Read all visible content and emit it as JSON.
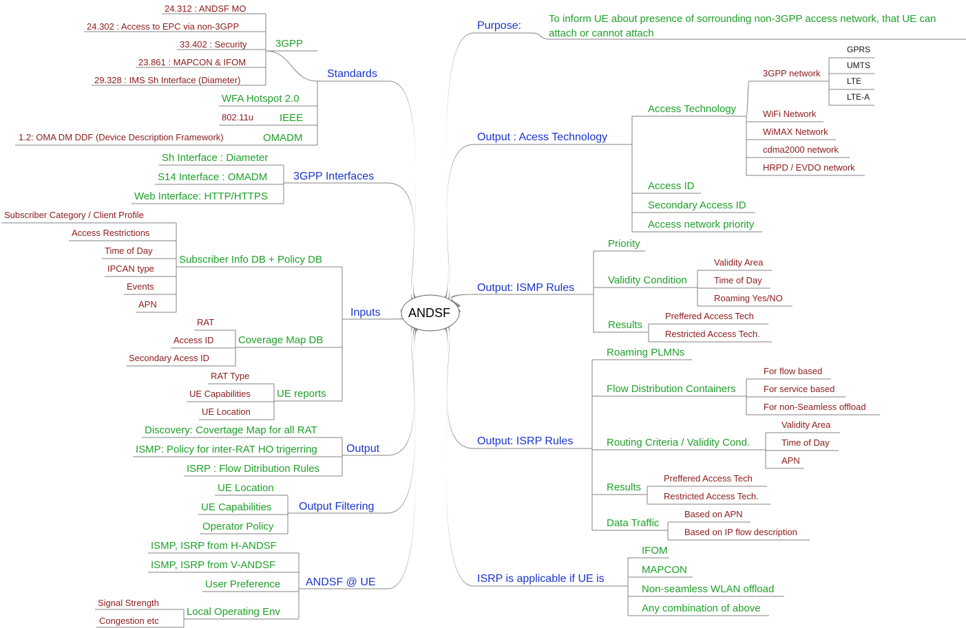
{
  "root": "ANDSF",
  "colors": {
    "level1": "#1a33cc",
    "level2": "#1fa02a",
    "level3": "#8b1a1a",
    "level4": "#111111",
    "line": "#808080"
  },
  "left": {
    "standards": {
      "label": "Standards",
      "g3pp": {
        "label": "3GPP",
        "items": [
          "24.312 : ANDSF MO",
          "24.302 : Access to EPC via non-3GPP",
          "33.402 : Security",
          "23.861 : MAPCON & IFOM",
          "29.328 : IMS Sh Interface (Diameter)"
        ]
      },
      "wfa": "WFA Hotspot 2.0",
      "ieee": {
        "label": "IEEE",
        "items": [
          "802.11u"
        ]
      },
      "omadm": {
        "label": "OMADM",
        "items": [
          "1.2: OMA DM DDF (Device Description Framework)"
        ]
      }
    },
    "interfaces": {
      "label": "3GPP Interfaces",
      "items": [
        "Sh Interface : Diameter",
        "S14 Interface : OMADM",
        "Web Interface: HTTP/HTTPS"
      ]
    },
    "inputs": {
      "label": "Inputs",
      "subscriber": {
        "label": "Subscriber Info DB + Policy DB",
        "items": [
          "Subscriber Category / Client Profile",
          "Access Restrictions",
          "Time of Day",
          "IPCAN type",
          "Events",
          "APN"
        ]
      },
      "coverage": {
        "label": "Coverage Map DB",
        "items": [
          "RAT",
          "Access ID",
          "Secondary Acess ID"
        ]
      },
      "ue_reports": {
        "label": "UE reports",
        "items": [
          "RAT Type",
          "UE Capabilities",
          "UE Location"
        ]
      }
    },
    "output": {
      "label": "Output",
      "items": [
        "Discovery: Covertage Map for all RAT",
        "ISMP: Policy for inter-RAT HO trigerring",
        "ISRP : Flow Ditribution Rules"
      ]
    },
    "filtering": {
      "label": "Output Filtering",
      "items": [
        "UE Location",
        "UE Capabilities",
        "Operator Policy"
      ]
    },
    "at_ue": {
      "label": "ANDSF @ UE",
      "items": [
        "ISMP, ISRP from H-ANDSF",
        "ISMP, ISRP from V-ANDSF",
        "User Preference"
      ],
      "local": {
        "label": "Local Operating Env",
        "items": [
          "Signal Strength",
          "Congestion etc"
        ]
      }
    }
  },
  "right": {
    "purpose": {
      "label": "Purpose:",
      "text": "To inform UE about presence of sorrounding non-3GPP access network, that UE can attach or cannot attach"
    },
    "access_tech": {
      "label": "Output : Acess Technology",
      "tech": {
        "label": "Access Technology",
        "g3pp": {
          "label": "3GPP network",
          "items": [
            "GPRS",
            "UMTS",
            "LTE",
            "LTE-A"
          ]
        },
        "others": [
          "WiFi Network",
          "WiMAX Network",
          "cdma2000 network",
          "HRPD / EVDO network"
        ]
      },
      "items": [
        "Access ID",
        "Secondary Access ID",
        "Access network priority"
      ]
    },
    "ismp": {
      "label": "Output: ISMP Rules",
      "priority": "Priority",
      "validity": {
        "label": "Validity Condition",
        "items": [
          "Validity Area",
          "Time of Day",
          "Roaming Yes/NO"
        ]
      },
      "results": {
        "label": "Results",
        "items": [
          "Preffered Access Tech",
          "Restricted Access Tech."
        ]
      }
    },
    "isrp": {
      "label": "Output: ISRP Rules",
      "roaming": "Roaming PLMNs",
      "flow": {
        "label": "Flow Distribution Containers",
        "items": [
          "For flow based",
          "For service based",
          "For non-Seamless offload"
        ]
      },
      "routing": {
        "label": "Routing Criteria / Validity Cond.",
        "items": [
          "Validity Area",
          "Time of Day",
          "APN"
        ]
      },
      "results": {
        "label": "Results",
        "items": [
          "Preffered Access Tech",
          "Restricted Access Tech."
        ]
      },
      "traffic": {
        "label": "Data Traffic",
        "items": [
          "Based on APN",
          "Based on IP flow description"
        ]
      }
    },
    "applicable": {
      "label": "ISRP is applicable if UE is",
      "items": [
        "IFOM",
        "MAPCON",
        "Non-seamless WLAN offload",
        "Any combination of above"
      ]
    }
  }
}
